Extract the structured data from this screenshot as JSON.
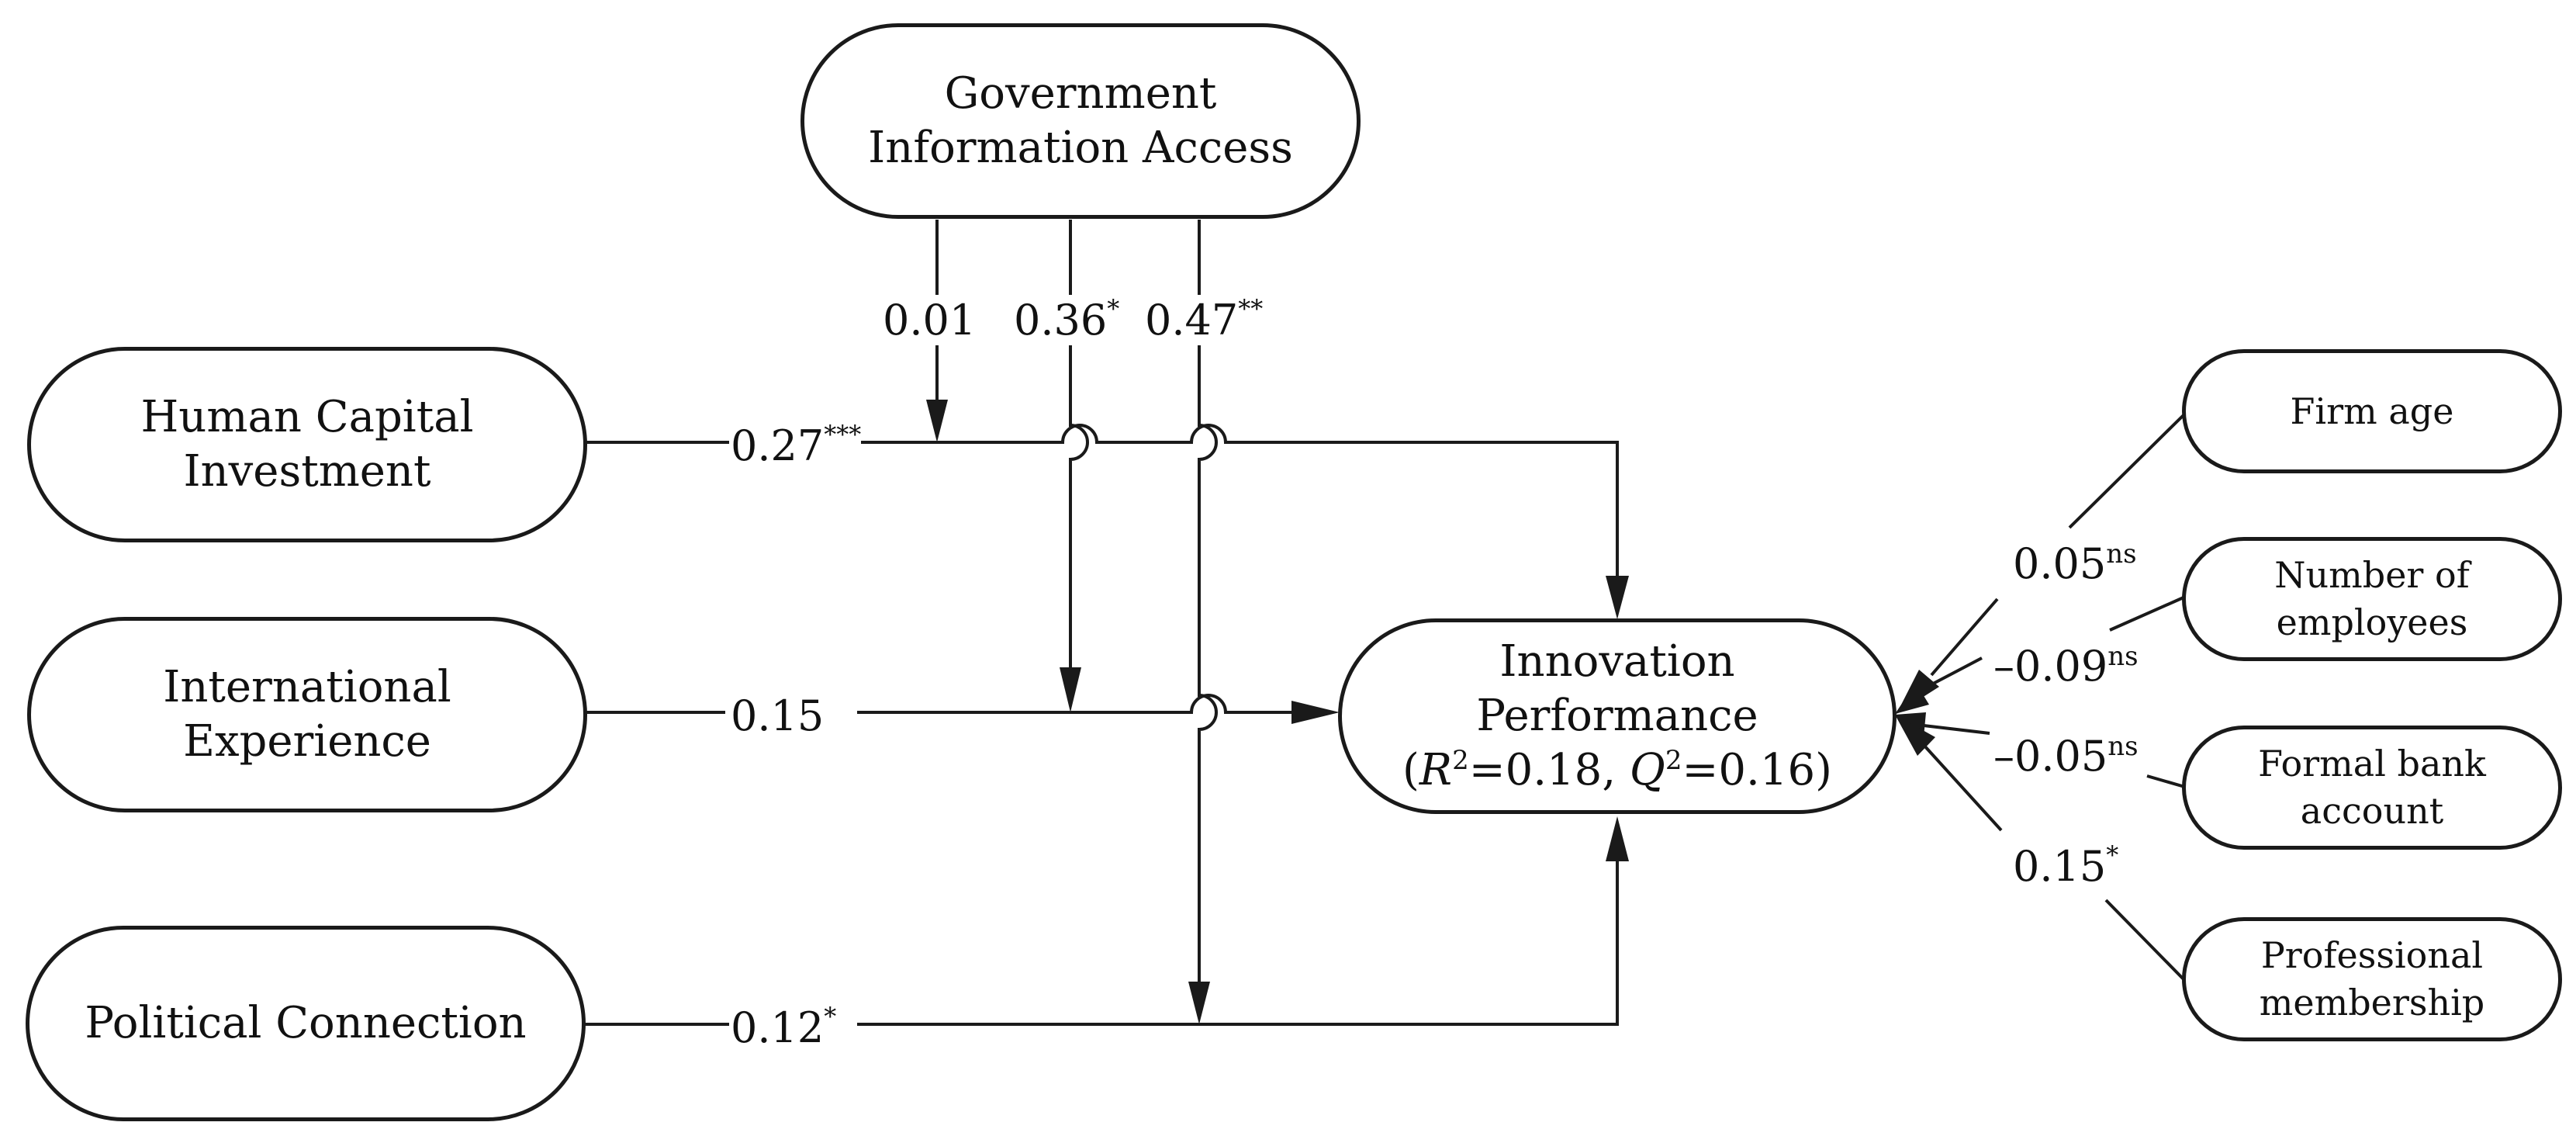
{
  "nodes": {
    "gia": [
      "Government",
      "Information Access"
    ],
    "hci": [
      "Human Capital",
      "Investment"
    ],
    "ie": [
      "International",
      "Experience"
    ],
    "pc": [
      "Political Connection"
    ],
    "ip": {
      "line1": "Innovation",
      "line2": "Performance",
      "r": "R",
      "two_a": "2",
      "r_val": "=0.18, ",
      "q": "Q",
      "two_b": "2",
      "q_val": "=0.16)",
      "open": "("
    },
    "firm_age": [
      "Firm age"
    ],
    "employees": [
      "Number of",
      "employees"
    ],
    "bank": [
      "Formal bank",
      "account"
    ],
    "membership": [
      "Professional",
      "membership"
    ]
  },
  "paths": {
    "hci_ip": {
      "value": "0.27",
      "sig": "***"
    },
    "ie_ip": {
      "value": "0.15",
      "sig": ""
    },
    "pc_ip": {
      "value": "0.12",
      "sig": "*"
    },
    "gia_hci": {
      "value": "0.01",
      "sig": ""
    },
    "gia_ie": {
      "value": "0.36",
      "sig": "*"
    },
    "gia_pc": {
      "value": "0.47",
      "sig": "**"
    },
    "firm_age": {
      "value": "0.05",
      "sig": "ns"
    },
    "employees": {
      "value": "–0.09",
      "sig": "ns"
    },
    "bank": {
      "value": "–0.05",
      "sig": "ns"
    },
    "membership": {
      "value": "0.15",
      "sig": "*"
    }
  }
}
